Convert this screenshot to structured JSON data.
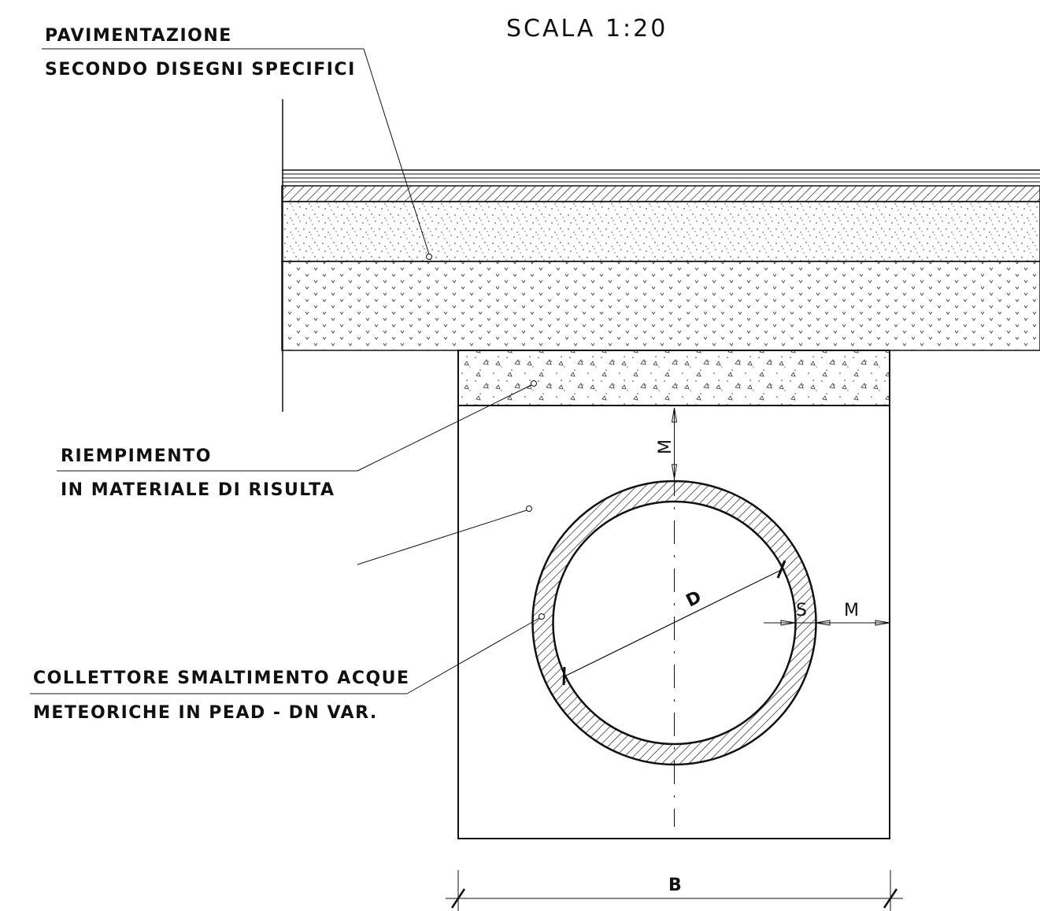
{
  "title": "SCALA 1:20",
  "labels": {
    "pavimentazione_line1": "PAVIMENTAZIONE",
    "pavimentazione_line2": "SECONDO DISEGNI SPECIFICI",
    "riempimento_line1": "RIEMPIMENTO",
    "riempimento_line2": "IN MATERIALE DI RISULTA",
    "collettore_line1": "COLLETTORE SMALTIMENTO ACQUE",
    "collettore_line2": "METEORICHE IN PEAD - DN VAR."
  },
  "dimensions": {
    "cover_depth": "M",
    "side_clearance": "M",
    "diameter": "D",
    "wall_thickness": "S",
    "trench_width": "B"
  },
  "colors": {
    "ink": "#111111",
    "background": "#ffffff"
  }
}
